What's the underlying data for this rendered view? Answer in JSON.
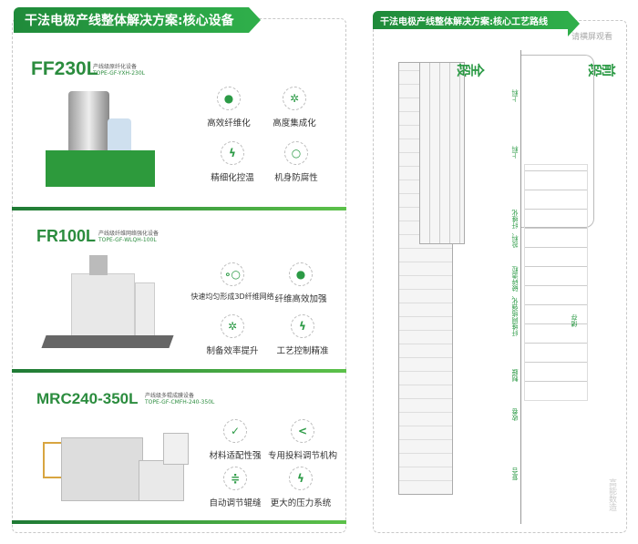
{
  "left": {
    "banner": "干法电极产线整体解决方案:核心设备",
    "products": [
      {
        "model": "FF230L",
        "name": "产线级原纤化设备",
        "code": "TOPE-GF-YXH-230L",
        "features": [
          "高效纤维化",
          "高度集成化",
          "精细化控温",
          "机身防腐性"
        ],
        "icons": [
          "target-icon",
          "gear-cycle-icon",
          "lightning-icon",
          "ring-icon"
        ]
      },
      {
        "model": "FR100L",
        "name": "产线级纤维网络强化设备",
        "code": "TOPE-GF-WLQH-100L",
        "features": [
          "快速均匀形成3D纤维网络",
          "纤维高效加强",
          "制备效率提升",
          "工艺控制精准"
        ],
        "icons": [
          "circles-icon",
          "target-icon",
          "gear-cycle-icon",
          "lightning-icon"
        ]
      },
      {
        "model": "MRC240-350L",
        "name": "产线级多辊成膜设备",
        "code": "TOPE-GF-CMFH-240-350L",
        "features": [
          "材料适配性强",
          "专用投料调节机构",
          "自动调节辊缝",
          "更大的压力系统"
        ],
        "icons": [
          "check-icon",
          "share-icon",
          "gap-adjust-icon",
          "lightning-icon"
        ]
      }
    ]
  },
  "right": {
    "banner": "干法电极产线整体解决方案:核心工艺路线",
    "hint": "请横屏观看",
    "sections": [
      "全段",
      "前段"
    ],
    "steps": [
      "上料",
      "上料",
      "投料、纤维化",
      "纤维网络强化、破碎造粒",
      "储存",
      "制膜",
      "收卷",
      "复合"
    ],
    "watermark": "高能数造"
  },
  "colors": {
    "brand": "#2b8c3e"
  }
}
